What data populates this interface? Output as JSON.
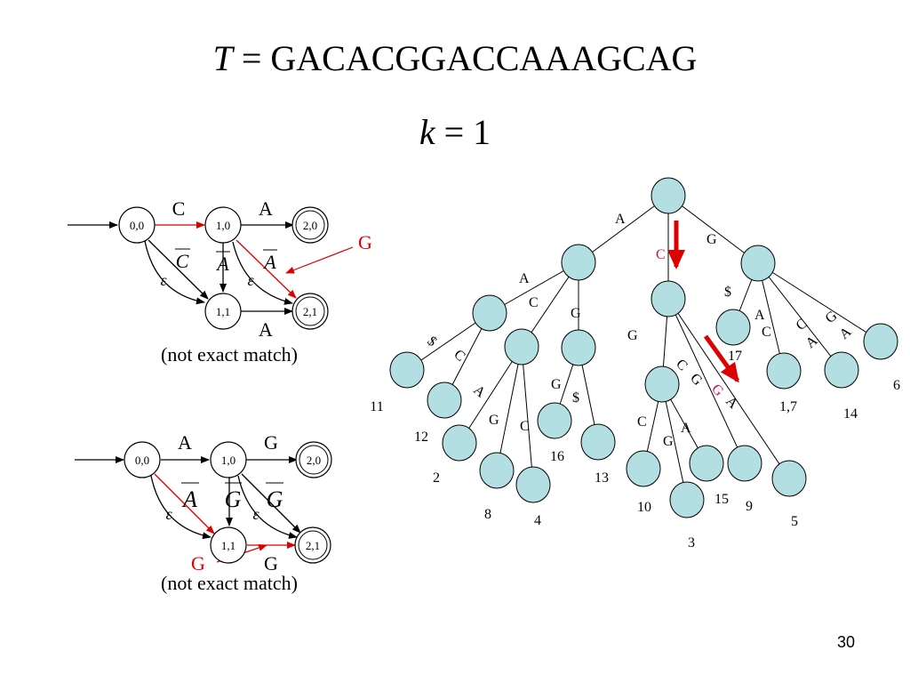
{
  "title": {
    "t_var": "T",
    "eq": " = ",
    "text": "GACACGGACCAAAGCAG"
  },
  "subtitle": {
    "k_var": "k",
    "eq": " = ",
    "value": "1"
  },
  "automaton1": {
    "states": [
      "0,0",
      "1,0",
      "2,0",
      "1,1",
      "2,1"
    ],
    "edge_labels": {
      "c": "C",
      "a_top": "A",
      "cbar": "C",
      "abar1": "A",
      "abar2": "A",
      "eps1": "ε",
      "eps2": "ε",
      "a_bottom": "A"
    },
    "pointer_label": "G",
    "caption": "(not exact match)"
  },
  "automaton2": {
    "states": [
      "0,0",
      "1,0",
      "2,0",
      "1,1",
      "2,1"
    ],
    "edge_labels": {
      "a_top": "A",
      "g_top": "G",
      "abar": "A",
      "gbar1": "G",
      "gbar2": "G",
      "eps1": "ε",
      "eps2": "ε",
      "g_bottom": "G"
    },
    "pointer_label": "G",
    "caption": "(not exact match)"
  },
  "tree": {
    "edge_labels": [
      "A",
      "G",
      "C",
      "A",
      "C",
      "G",
      "$",
      "A",
      "C",
      "G",
      "C",
      "A",
      "A",
      "G",
      "$",
      "C",
      "A",
      "G",
      "C",
      "G",
      "$",
      "C",
      "G",
      "A",
      "A",
      "C",
      "G",
      "A",
      "G",
      "C",
      "G"
    ],
    "leaf_labels": [
      "11",
      "12",
      "2",
      "8",
      "4",
      "16",
      "13",
      "10",
      "3",
      "15",
      "9",
      "5",
      "17",
      "1,7",
      "14",
      "6"
    ],
    "highlight_labels": [
      "C",
      "G"
    ]
  },
  "page_number": "30",
  "colors": {
    "highlight": "#dd0000",
    "node_fill": "#b4dfe2",
    "label_pink": "#d0105a"
  }
}
